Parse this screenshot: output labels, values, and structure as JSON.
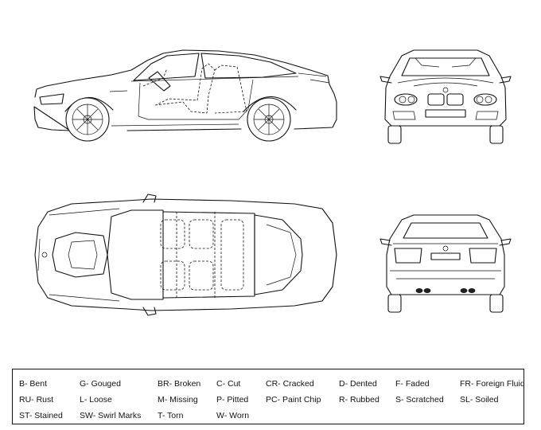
{
  "views": {
    "side": "side-view",
    "front": "front-view",
    "top": "top-view",
    "rear": "rear-view"
  },
  "legend": {
    "rows": [
      [
        "B- Bent",
        "G- Gouged",
        "BR- Broken",
        "C- Cut",
        "CR- Cracked",
        "D- Dented",
        "F- Faded",
        "FR- Foreign Fluid"
      ],
      [
        "RU- Rust",
        "L- Loose",
        "M- Missing",
        "P- Pitted",
        "PC- Paint Chip",
        "R- Rubbed",
        "S- Scratched",
        "SL- Soiled"
      ],
      [
        "ST- Stained",
        "SW- Swirl Marks",
        "T- Torn",
        "W- Worn"
      ]
    ]
  }
}
